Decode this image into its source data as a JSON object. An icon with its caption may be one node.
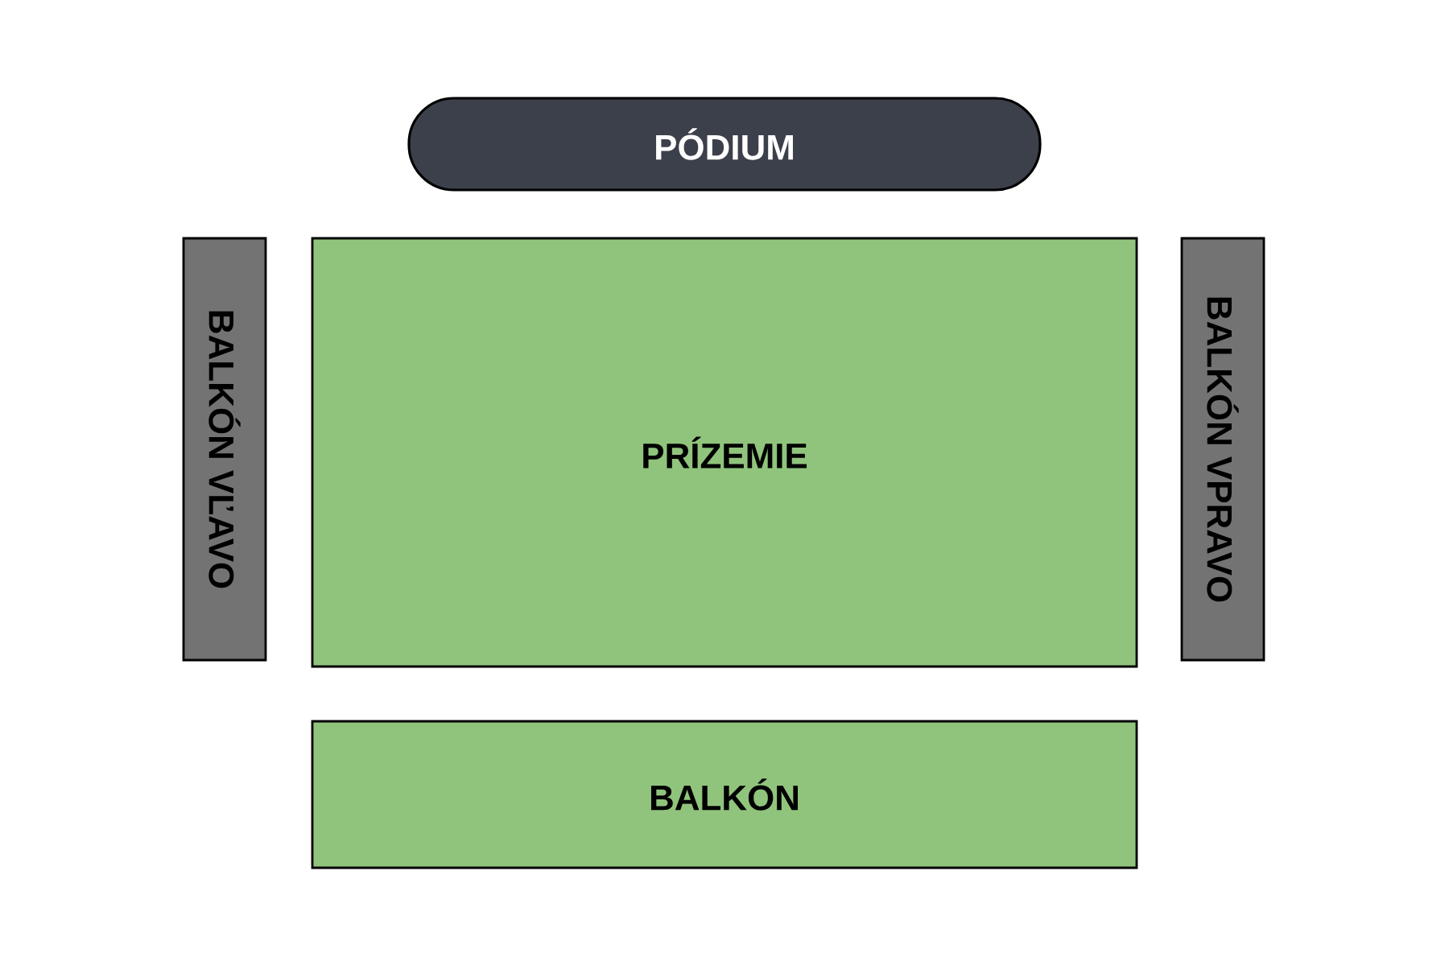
{
  "diagram": {
    "nodes": [
      {
        "text": [
          "PÓDIUM"
        ]
      },
      {
        "text": [
          "BALKÓN VĽAVO"
        ]
      },
      {
        "text": [
          "PRÍZEMIE"
        ]
      },
      {
        "text": [
          "BALKÓN VPRAVO"
        ]
      },
      {
        "text": [
          "BALKÓN"
        ]
      }
    ]
  }
}
